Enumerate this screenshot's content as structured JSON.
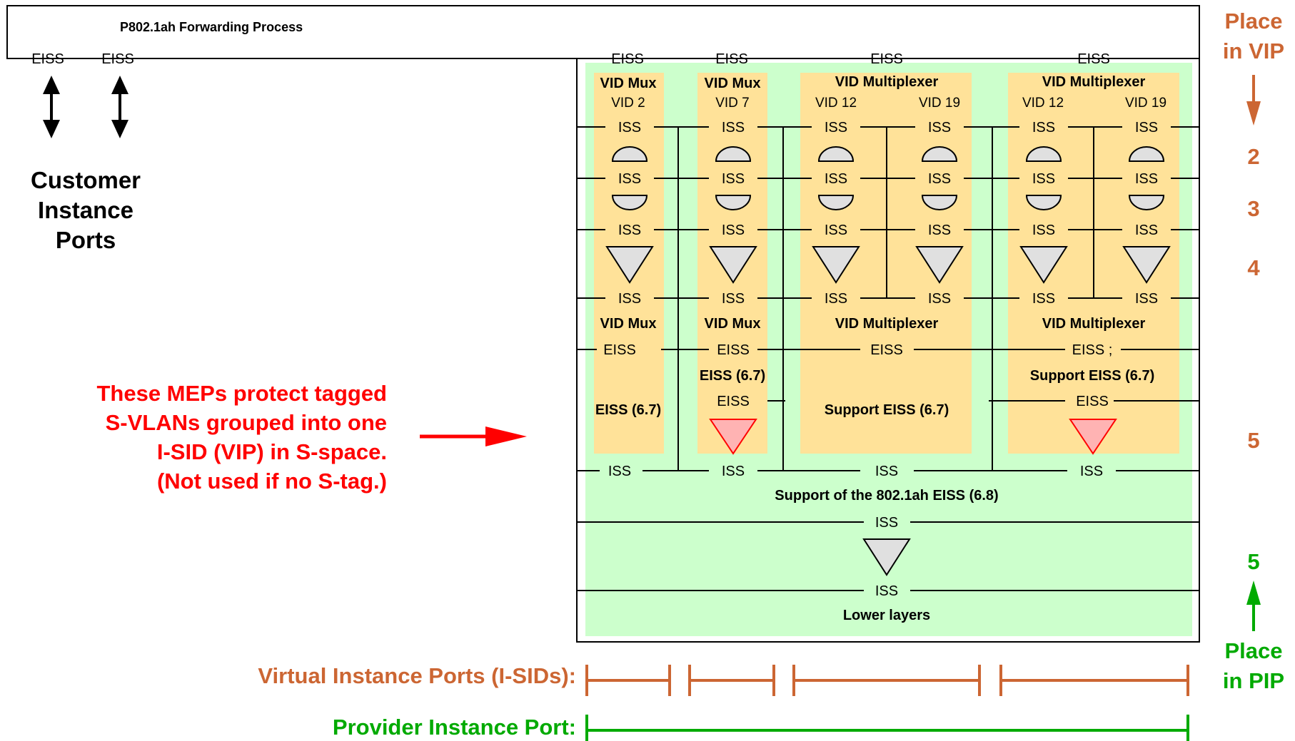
{
  "title": "P802.1ah Forwarding Process",
  "customer": {
    "eiss_labels": [
      "EISS",
      "EISS"
    ],
    "heading_lines": [
      "Customer",
      "Instance",
      "Ports"
    ]
  },
  "note": {
    "lines": [
      "These MEPs protect tagged",
      "S-VLANs grouped into one",
      "I-SID (VIP) in S-space.",
      "(Not used if no S-tag.)"
    ]
  },
  "labels": {
    "eiss": "EISS",
    "iss": "ISS",
    "vid_mux": "VID Mux",
    "vid_multiplexer": "VID Multiplexer",
    "eiss_67": "EISS (6.7)",
    "support_eiss_67": "Support EISS (6.7)",
    "support_8021ah": "Support of the 802.1ah EISS (6.8)",
    "lower_layers": "Lower layers",
    "eiss_partial": "EISS ;"
  },
  "vids": {
    "col1": "VID 2",
    "col2": "VID 7",
    "col3a": "VID 12",
    "col3b": "VID 19",
    "col4a": "VID 12",
    "col4b": "VID 19"
  },
  "right_axis": {
    "place_vip": [
      "Place",
      "in VIP"
    ],
    "place_pip": [
      "Place",
      "in PIP"
    ],
    "levels": [
      "2",
      "3",
      "4",
      "5"
    ],
    "pip_level": "5"
  },
  "legend": {
    "vip_label": "Virtual Instance Ports (I-SIDs):",
    "pip_label": "Provider Instance Port:"
  },
  "colors": {
    "green_panel": "#ccffcc",
    "yellow_panel": "#ffe299",
    "vip_brown": "#cc6633",
    "pip_green": "#00aa00",
    "note_red": "#ff0000",
    "mep_gray": "#e0e0e0",
    "mep_pink": "#ffb3b3"
  }
}
